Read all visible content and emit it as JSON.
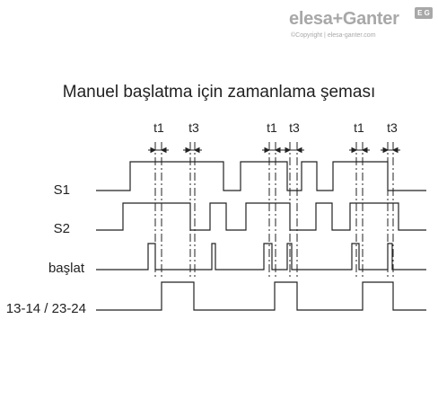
{
  "header": {
    "brand_name": "elesa+Ganter",
    "brand_badge": "E G",
    "copyright": "©Copyright | elesa-ganter.com"
  },
  "diagram": {
    "title": "Manuel başlatma için zamanlama şeması",
    "signals": [
      {
        "label": "S1"
      },
      {
        "label": "S2"
      },
      {
        "label": "başlat"
      },
      {
        "label": "13-14 / 23-24"
      }
    ],
    "markers": [
      "t1",
      "t3",
      "t1",
      "t3",
      "t1",
      "t3"
    ]
  }
}
